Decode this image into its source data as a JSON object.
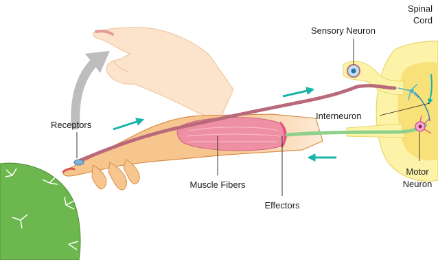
{
  "labels": {
    "spinal_cord_line1": "Spinal",
    "spinal_cord_line2": "Cord",
    "sensory_neuron": "Sensory Neuron",
    "interneuron": "Interneuron",
    "receptors": "Receptors",
    "muscle_fibers": "Muscle Fibers",
    "effectors": "Effectors",
    "motor_neuron_line1": "Motor",
    "motor_neuron_line2": "Neuron"
  },
  "colors": {
    "skin": "#f7c58e",
    "skin_faded": "#fbe3cc",
    "skin_outline": "#d98e4a",
    "sensory_nerve": "#b96a7a",
    "motor_nerve": "#8fd08a",
    "muscle": "#ef8fa3",
    "spinal_cord": "#fdf3a8",
    "grey_matter": "#f9e17a",
    "arrow_teal": "#19b3a8",
    "arrow_grey": "#bdbdbd",
    "cactus": "#6cb84e"
  }
}
